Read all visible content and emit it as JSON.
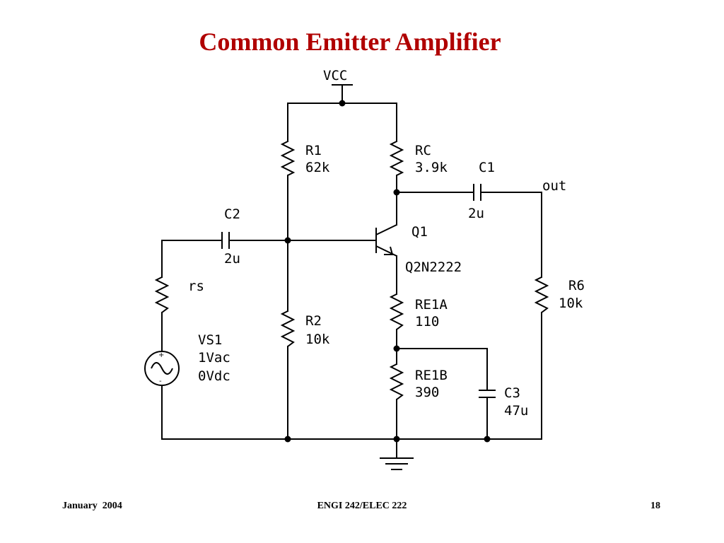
{
  "slide": {
    "title": "Common Emitter Amplifier",
    "title_color": "#b00000"
  },
  "circuit": {
    "supply": "VCC",
    "R1": {
      "name": "R1",
      "value": "62k"
    },
    "R2": {
      "name": "R2",
      "value": "10k"
    },
    "RC": {
      "name": "RC",
      "value": "3.9k"
    },
    "C1": {
      "name": "C1",
      "value": "2u"
    },
    "C2": {
      "name": "C2",
      "value": "2u"
    },
    "C3": {
      "name": "C3",
      "value": "47u"
    },
    "Q1": {
      "name": "Q1",
      "model": "Q2N2222"
    },
    "RE1A": {
      "name": "RE1A",
      "value": "110"
    },
    "RE1B": {
      "name": "RE1B",
      "value": "390"
    },
    "R6": {
      "name": "R6",
      "value": "10k"
    },
    "rs": {
      "name": "rs"
    },
    "VS1": {
      "name": "VS1",
      "ac": "1Vac",
      "dc": "0Vdc",
      "plus": "+",
      "minus": "-"
    },
    "output": "out"
  },
  "footer": {
    "date": "January  2004",
    "course": "ENGI 242/ELEC 222",
    "page": "18"
  }
}
